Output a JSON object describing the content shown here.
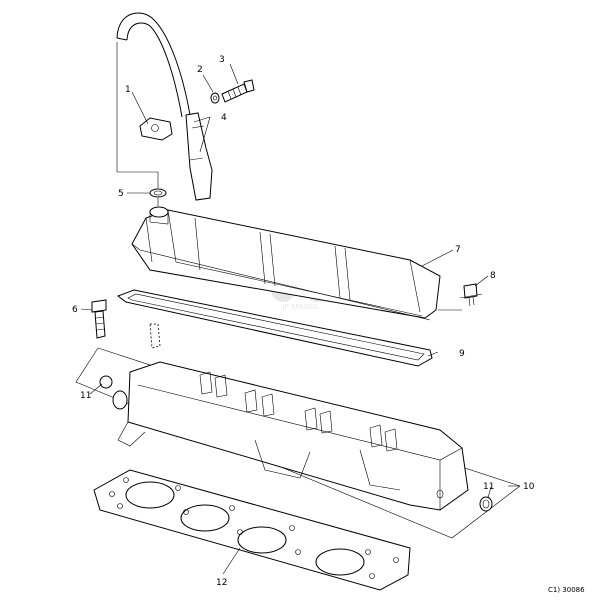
{
  "callouts": [
    "1",
    "2",
    "3",
    "4",
    "5",
    "7",
    "8",
    "6",
    "9",
    "11",
    "10",
    "11",
    "12"
  ],
  "drawing_code": "C1) 30086",
  "watermark": "JP SPARES"
}
